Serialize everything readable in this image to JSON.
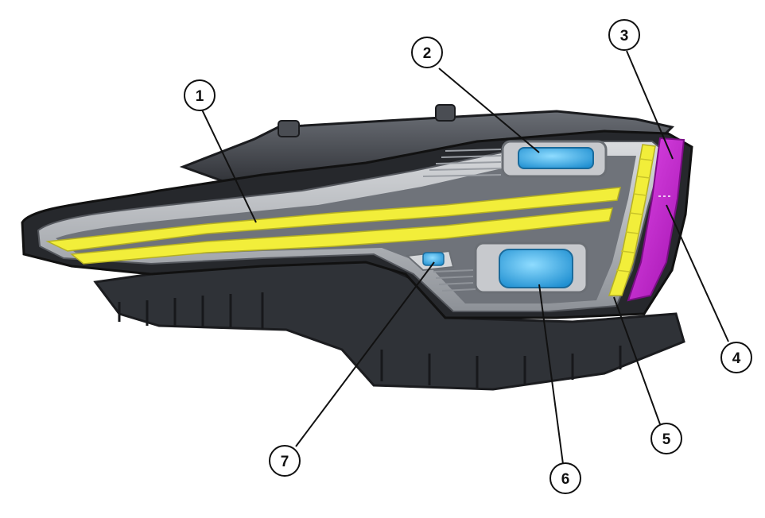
{
  "diagram": {
    "subject": "headlamp-assembly",
    "colors": {
      "housing_dark": "#3a3d42",
      "housing_mid": "#5b5f66",
      "bezel_light": "#c9cbcf",
      "bezel_mid": "#9fa3a9",
      "drl_yellow": "#f2ee3a",
      "lens_blue": "#3fb8f2",
      "amber_magenta": "#c81bd2",
      "callout_stroke": "#111111"
    },
    "callouts": [
      {
        "id": "1",
        "label": "1",
        "target": "drl-light-guide"
      },
      {
        "id": "2",
        "label": "2",
        "target": "high-beam-lens"
      },
      {
        "id": "3",
        "label": "3",
        "target": "side-marker-lamp"
      },
      {
        "id": "4",
        "label": "4",
        "target": "turn-signal-lamp"
      },
      {
        "id": "5",
        "label": "5",
        "target": "vertical-drl-strip"
      },
      {
        "id": "6",
        "label": "6",
        "target": "low-beam-projector"
      },
      {
        "id": "7",
        "label": "7",
        "target": "cornering-lamp"
      }
    ]
  }
}
